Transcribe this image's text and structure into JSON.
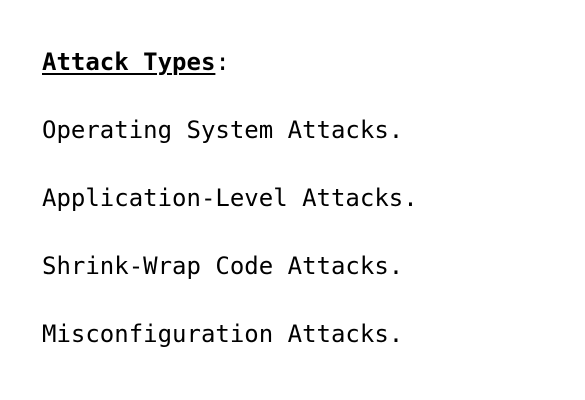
{
  "heading": {
    "text": "Attack Types",
    "suffix": ":"
  },
  "items": [
    "Operating System Attacks.",
    "Application-Level Attacks.",
    "Shrink-Wrap Code Attacks.",
    "Misconfiguration Attacks."
  ]
}
